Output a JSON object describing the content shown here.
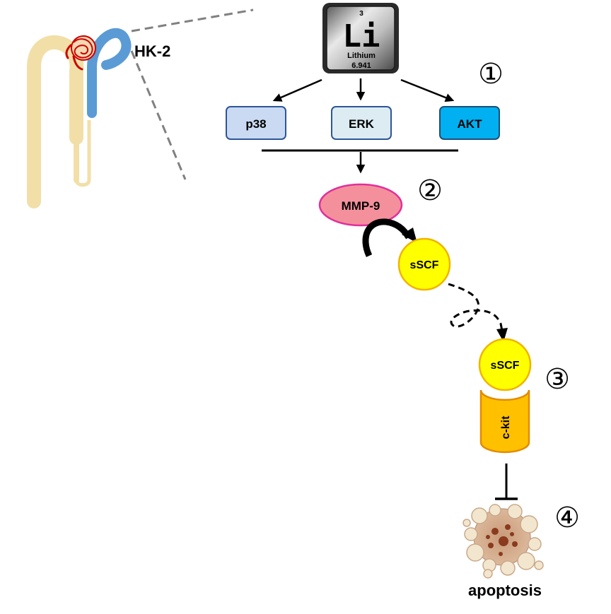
{
  "cell_line": "HK-2",
  "element": {
    "atomic_number": "3",
    "symbol": "Li",
    "name": "Lithium",
    "atomic_mass": "6.941"
  },
  "kinases": [
    {
      "label": "p38",
      "color": "#c9daf2"
    },
    {
      "label": "ERK",
      "color": "#dcecf2"
    },
    {
      "label": "AKT",
      "color": "#00b0f0"
    }
  ],
  "protease": {
    "label": "MMP-9",
    "color": "#f4909c",
    "border": "#e0309a"
  },
  "ligand": {
    "label": "sSCF",
    "color": "#ffff00",
    "border": "#f0b400"
  },
  "receptor": {
    "label": "c-kit",
    "color": "#ffc000",
    "border": "#e38a00"
  },
  "outcome": "apoptosis",
  "steps": [
    "①",
    "②",
    "③",
    "④"
  ],
  "colors": {
    "tubule": "#f2dfa8",
    "tubule_blue": "#5b9bd5",
    "glomerulus": "#cc0000",
    "line": "#000000",
    "zoom": "#808080"
  }
}
